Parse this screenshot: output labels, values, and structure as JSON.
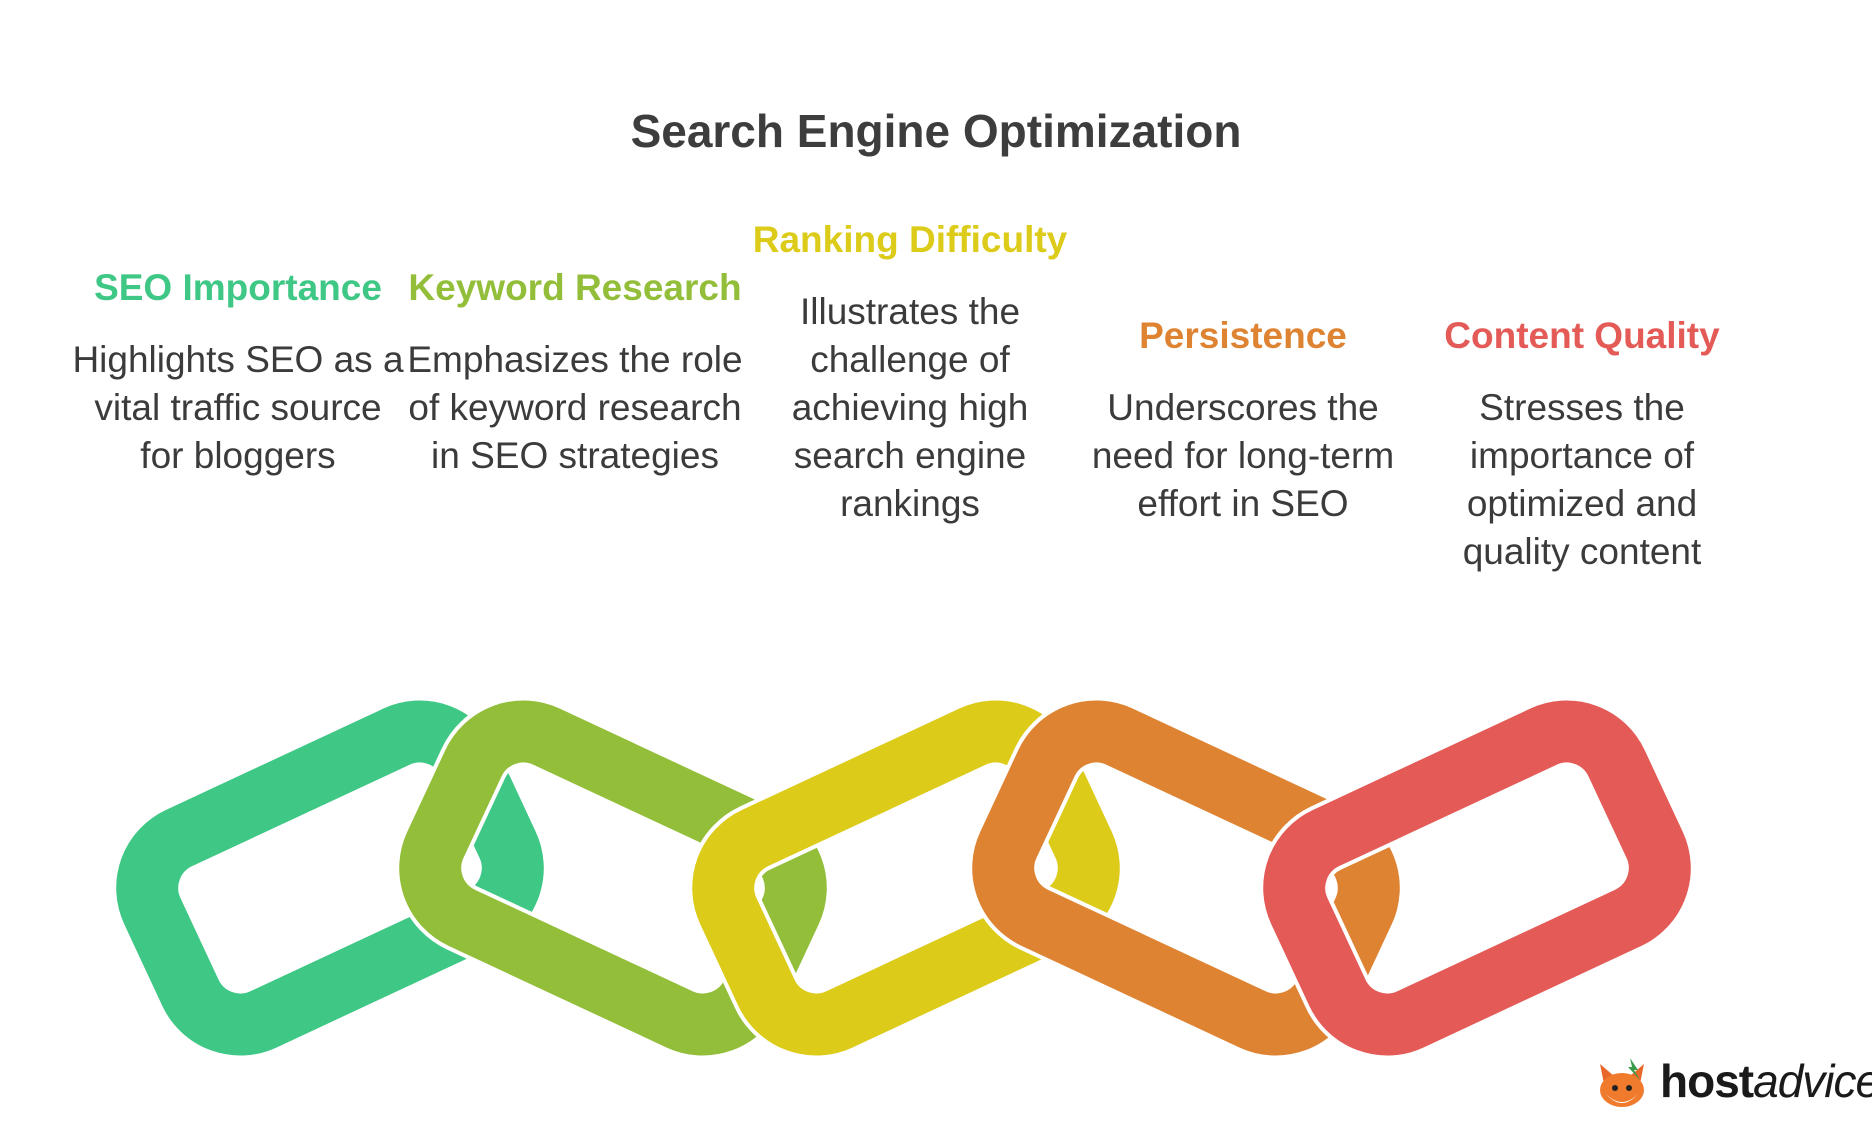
{
  "title": "Search Engine Optimization",
  "items": [
    {
      "heading": "SEO Importance",
      "description": "Highlights SEO as a vital traffic source for bloggers",
      "color": "#3ec785"
    },
    {
      "heading": "Keyword Research",
      "description": "Emphasizes the role of keyword research in SEO strategies",
      "color": "#93be3a"
    },
    {
      "heading": "Ranking Difficulty",
      "description": "Illustrates the challenge of achieving high search engine rankings",
      "color": "#dccb18"
    },
    {
      "heading": "Persistence",
      "description": "Underscores the need for long-term effort in SEO",
      "color": "#de8331"
    },
    {
      "heading": "Content Quality",
      "description": "Stresses the importance of optimized and quality content",
      "color": "#e45a56"
    }
  ],
  "logo": {
    "bold": "host",
    "rest": "advice."
  }
}
